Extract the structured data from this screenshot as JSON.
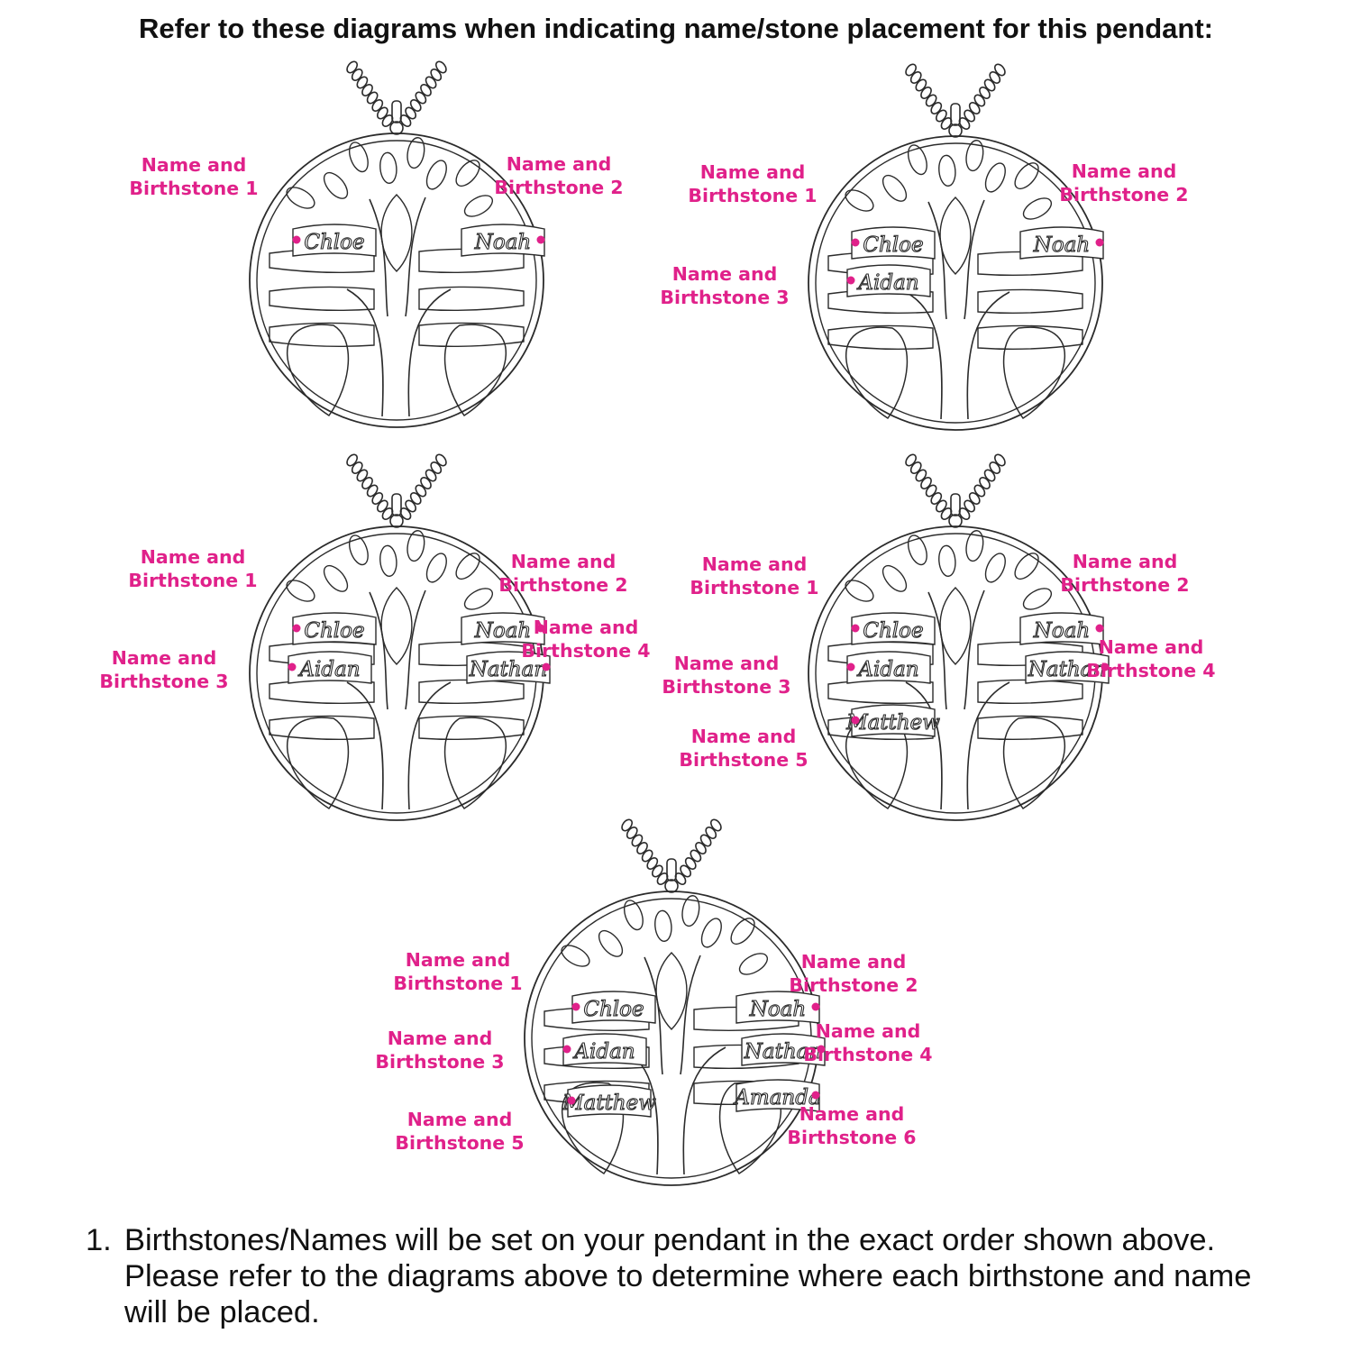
{
  "heading": "Refer to these diagrams when indicating name/stone placement for this pendant:",
  "colors": {
    "accent": "#e0218a",
    "line": "#2b2b2b"
  },
  "pendants": [
    {
      "names": [
        "Chloe",
        "Noah"
      ],
      "labels": [
        {
          "line1": "Name and",
          "line2": "Birthstone 1"
        },
        {
          "line1": "Name and",
          "line2": "Birthstone 2"
        }
      ]
    },
    {
      "names": [
        "Chloe",
        "Noah",
        "Aidan"
      ],
      "labels": [
        {
          "line1": "Name and",
          "line2": "Birthstone 1"
        },
        {
          "line1": "Name and",
          "line2": "Birthstone 2"
        },
        {
          "line1": "Name and",
          "line2": "Birthstone 3"
        }
      ]
    },
    {
      "names": [
        "Chloe",
        "Noah",
        "Aidan",
        "Nathan"
      ],
      "labels": [
        {
          "line1": "Name and",
          "line2": "Birthstone 1"
        },
        {
          "line1": "Name and",
          "line2": "Birthstone 2"
        },
        {
          "line1": "Name and",
          "line2": "Birthstone 3"
        },
        {
          "line1": "Name and",
          "line2": "Birthstone 4"
        }
      ]
    },
    {
      "names": [
        "Chloe",
        "Noah",
        "Aidan",
        "Nathan",
        "Matthew"
      ],
      "labels": [
        {
          "line1": "Name and",
          "line2": "Birthstone 1"
        },
        {
          "line1": "Name and",
          "line2": "Birthstone 2"
        },
        {
          "line1": "Name and",
          "line2": "Birthstone 3"
        },
        {
          "line1": "Name and",
          "line2": "Birthstone 4"
        },
        {
          "line1": "Name and",
          "line2": "Birthstone 5"
        }
      ]
    },
    {
      "names": [
        "Chloe",
        "Noah",
        "Aidan",
        "Nathan",
        "Matthew",
        "Amanda"
      ],
      "labels": [
        {
          "line1": "Name and",
          "line2": "Birthstone 1"
        },
        {
          "line1": "Name and",
          "line2": "Birthstone 2"
        },
        {
          "line1": "Name and",
          "line2": "Birthstone 3"
        },
        {
          "line1": "Name and",
          "line2": "Birthstone 4"
        },
        {
          "line1": "Name and",
          "line2": "Birthstone 5"
        },
        {
          "line1": "Name and",
          "line2": "Birthstone 6"
        }
      ]
    }
  ],
  "footnote": {
    "number": "1.",
    "text": "Birthstones/Names will be set on your pendant in the exact order shown above. Please refer to the diagrams above to determine where each birthstone and name will be placed."
  }
}
